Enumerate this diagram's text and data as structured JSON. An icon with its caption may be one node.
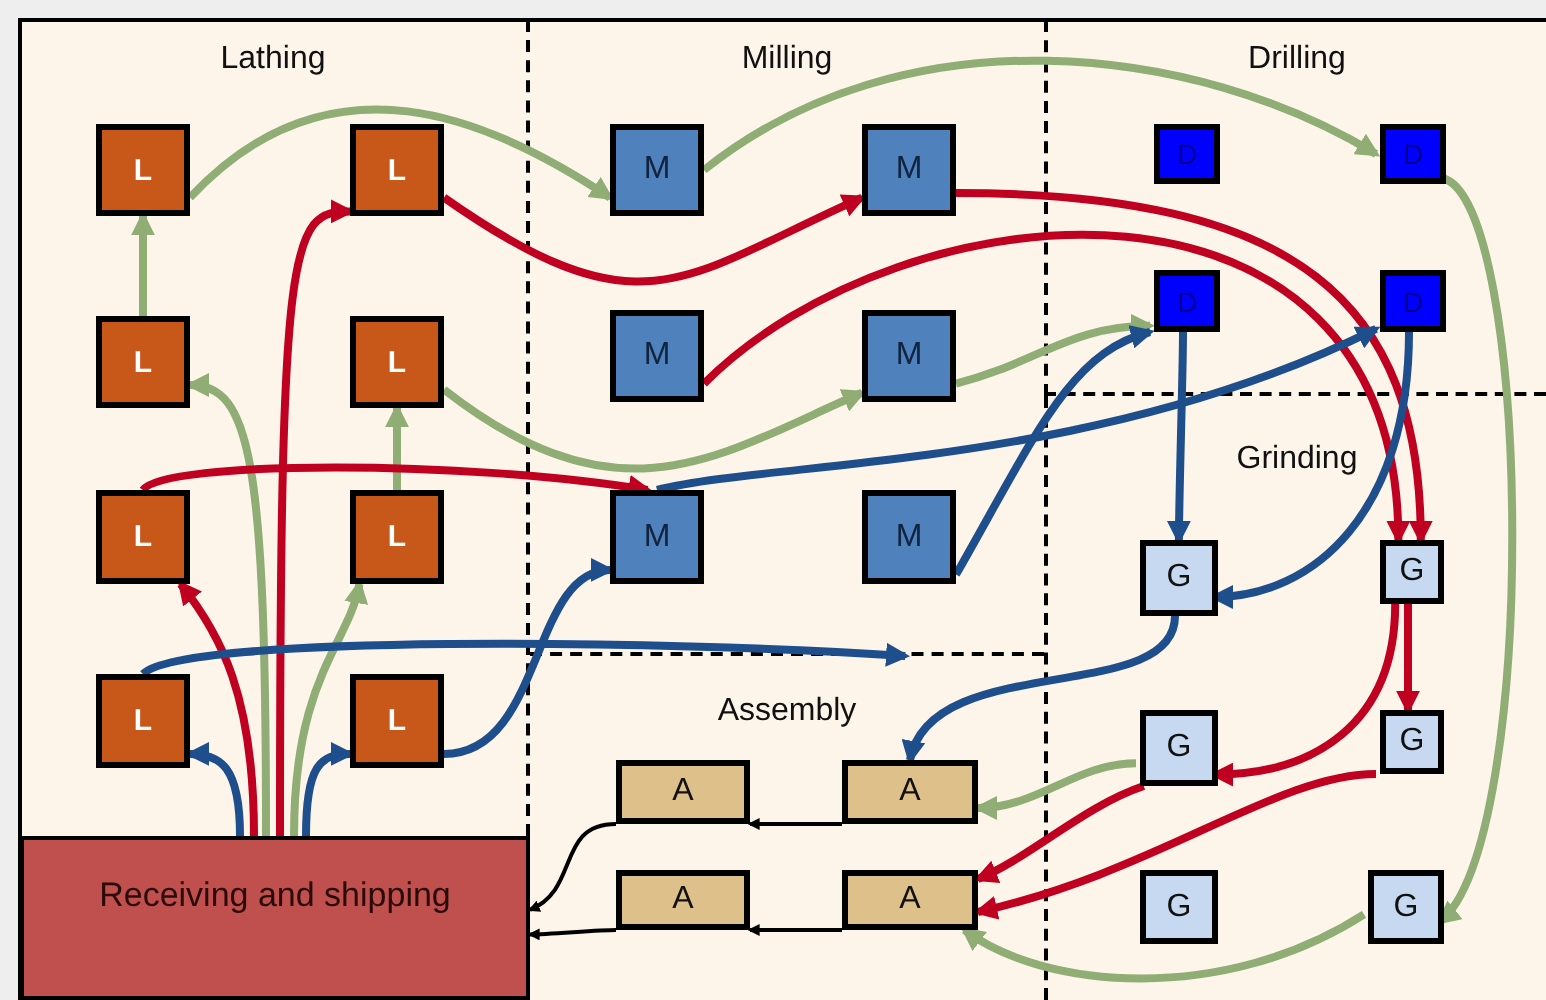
{
  "diagram": {
    "nodes": [
      {
        "text": [
          "Lathing"
        ]
      },
      {
        "text": [
          "Milling"
        ]
      },
      {
        "text": [
          "Drilling"
        ]
      },
      {
        "text": [
          "Grinding"
        ]
      },
      {
        "text": [
          "Assembly"
        ]
      },
      {
        "text": [
          "Receiving and shipping"
        ]
      },
      {
        "text": [
          "L"
        ],
        "in": 0
      },
      {
        "text": [
          "L"
        ],
        "in": 0
      },
      {
        "text": [
          "L"
        ],
        "in": 0
      },
      {
        "text": [
          "L"
        ],
        "in": 0
      },
      {
        "text": [
          "L"
        ],
        "in": 0
      },
      {
        "text": [
          "L"
        ],
        "in": 0
      },
      {
        "text": [
          "L"
        ],
        "in": 0
      },
      {
        "text": [
          "L"
        ],
        "in": 0
      },
      {
        "text": [
          "M"
        ],
        "in": 1
      },
      {
        "text": [
          "M"
        ],
        "in": 1
      },
      {
        "text": [
          "M"
        ],
        "in": 1
      },
      {
        "text": [
          "M"
        ],
        "in": 1
      },
      {
        "text": [
          "M"
        ],
        "in": 1
      },
      {
        "text": [
          "M"
        ],
        "in": 1
      },
      {
        "text": [
          "D"
        ],
        "in": 2
      },
      {
        "text": [
          "D"
        ],
        "in": 2
      },
      {
        "text": [
          "D"
        ],
        "in": 2
      },
      {
        "text": [
          "D"
        ],
        "in": 2
      },
      {
        "text": [
          "G"
        ],
        "in": 3
      },
      {
        "text": [
          "G"
        ],
        "in": 3
      },
      {
        "text": [
          "G"
        ],
        "in": 3
      },
      {
        "text": [
          "G"
        ],
        "in": 3
      },
      {
        "text": [
          "G"
        ],
        "in": 3
      },
      {
        "text": [
          "G"
        ],
        "in": 3
      },
      {
        "text": [
          "A"
        ],
        "in": 4
      },
      {
        "text": [
          "A"
        ],
        "in": 4
      },
      {
        "text": [
          "A"
        ],
        "in": 4
      },
      {
        "text": [
          "A"
        ],
        "in": 4
      }
    ],
    "edges": [
      {
        "from": 6,
        "to": 14,
        "arrow": "to"
      },
      {
        "from": 14,
        "to": 21,
        "arrow": "to"
      },
      {
        "from": 21,
        "to": 29,
        "arrow": "to"
      },
      {
        "from": 8,
        "to": 6,
        "arrow": "to"
      },
      {
        "from": 5,
        "to": 8,
        "arrow": "to"
      },
      {
        "from": 5,
        "to": 10,
        "arrow": "to",
        "color": "#c00020"
      },
      {
        "from": 5,
        "to": 7,
        "arrow": "to",
        "color": "#c00020"
      },
      {
        "from": 5,
        "to": 11,
        "arrow": "to"
      },
      {
        "from": 5,
        "to": 12,
        "arrow": "to",
        "color": "#1f4e8c"
      },
      {
        "from": 5,
        "to": 13,
        "arrow": "to",
        "color": "#1f4e8c"
      },
      {
        "from": 11,
        "to": 9,
        "arrow": "to"
      },
      {
        "from": 9,
        "to": 17,
        "arrow": "to"
      },
      {
        "from": 7,
        "to": 15,
        "arrow": "to",
        "color": "#c00020"
      },
      {
        "from": 17,
        "to": 22,
        "arrow": "to"
      },
      {
        "from": 15,
        "to": 25,
        "arrow": "to",
        "color": "#c00020"
      },
      {
        "from": 16,
        "to": 25,
        "arrow": "to",
        "color": "#c00020"
      },
      {
        "from": 10,
        "to": 18,
        "arrow": "to",
        "color": "#c00020"
      },
      {
        "from": 18,
        "to": 23,
        "arrow": "to",
        "color": "#1f4e8c"
      },
      {
        "from": 19,
        "to": 22,
        "arrow": "to",
        "color": "#1f4e8c"
      },
      {
        "from": 12,
        "to": 4,
        "arrow": "to",
        "color": "#1f4e8c"
      },
      {
        "from": 13,
        "to": 18,
        "arrow": "to",
        "color": "#1f4e8c"
      },
      {
        "from": 22,
        "to": 24,
        "arrow": "to",
        "color": "#1f4e8c"
      },
      {
        "from": 23,
        "to": 24,
        "arrow": "to",
        "color": "#1f4e8c"
      },
      {
        "from": 24,
        "to": 31,
        "arrow": "to",
        "color": "#1f4e8c"
      },
      {
        "from": 25,
        "to": 27,
        "arrow": "to",
        "color": "#c00020"
      },
      {
        "from": 25,
        "to": 26,
        "arrow": "to",
        "color": "#c00020"
      },
      {
        "from": 26,
        "to": 31,
        "arrow": "to"
      },
      {
        "from": 26,
        "to": 33,
        "arrow": "to",
        "color": "#c00020"
      },
      {
        "from": 27,
        "to": 33,
        "arrow": "to",
        "color": "#c00020"
      },
      {
        "from": 29,
        "to": 33,
        "arrow": "to"
      },
      {
        "from": 30,
        "to": 5,
        "arrow": "to",
        "color": "#000000"
      },
      {
        "from": 32,
        "to": 5,
        "arrow": "to",
        "color": "#000000"
      },
      {
        "from": 31,
        "to": 30,
        "arrow": "to",
        "color": "#000000"
      },
      {
        "from": 33,
        "to": 32,
        "arrow": "to",
        "color": "#000000"
      }
    ]
  }
}
